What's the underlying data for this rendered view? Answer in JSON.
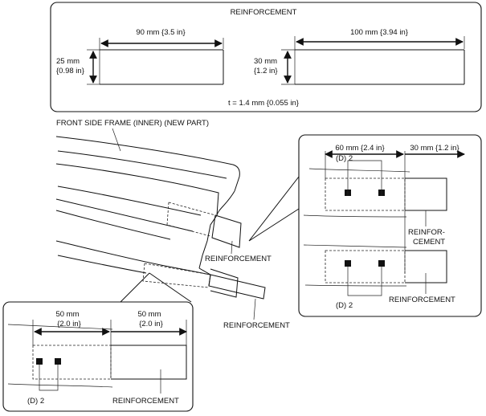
{
  "top_panel": {
    "title": "REINFORCEMENT",
    "left": {
      "width": "90 mm {3.5 in}",
      "height_mm": "25 mm",
      "height_in": "{0.98 in}"
    },
    "right": {
      "width": "100 mm {3.94 in}",
      "height_mm": "30 mm",
      "height_in": "{1.2 in}"
    },
    "thickness": "t = 1.4 mm {0.055 in}"
  },
  "main": {
    "frame_label": "FRONT SIDE FRAME (INNER) (NEW PART)",
    "reinforcement_upper": "REINFORCEMENT",
    "reinforcement_lower": "REINFORCEMENT"
  },
  "detail_right": {
    "dim_left": "60 mm {2.4 in}",
    "dim_right": "30 mm {1.2 in}",
    "weld_top": "(D) 2",
    "weld_bottom": "(D) 2",
    "reinf_line1": "REINFOR-",
    "reinf_line2": "CEMENT",
    "reinf_bottom": "REINFORCEMENT"
  },
  "detail_left": {
    "dim_left_mm": "50 mm",
    "dim_left_in": "{2.0 in}",
    "dim_right_mm": "50 mm",
    "dim_right_in": "{2.0 in}",
    "weld": "(D) 2",
    "reinf": "REINFORCEMENT"
  },
  "arrowheads": "filled-triangle",
  "weld_mark": "filled-square"
}
